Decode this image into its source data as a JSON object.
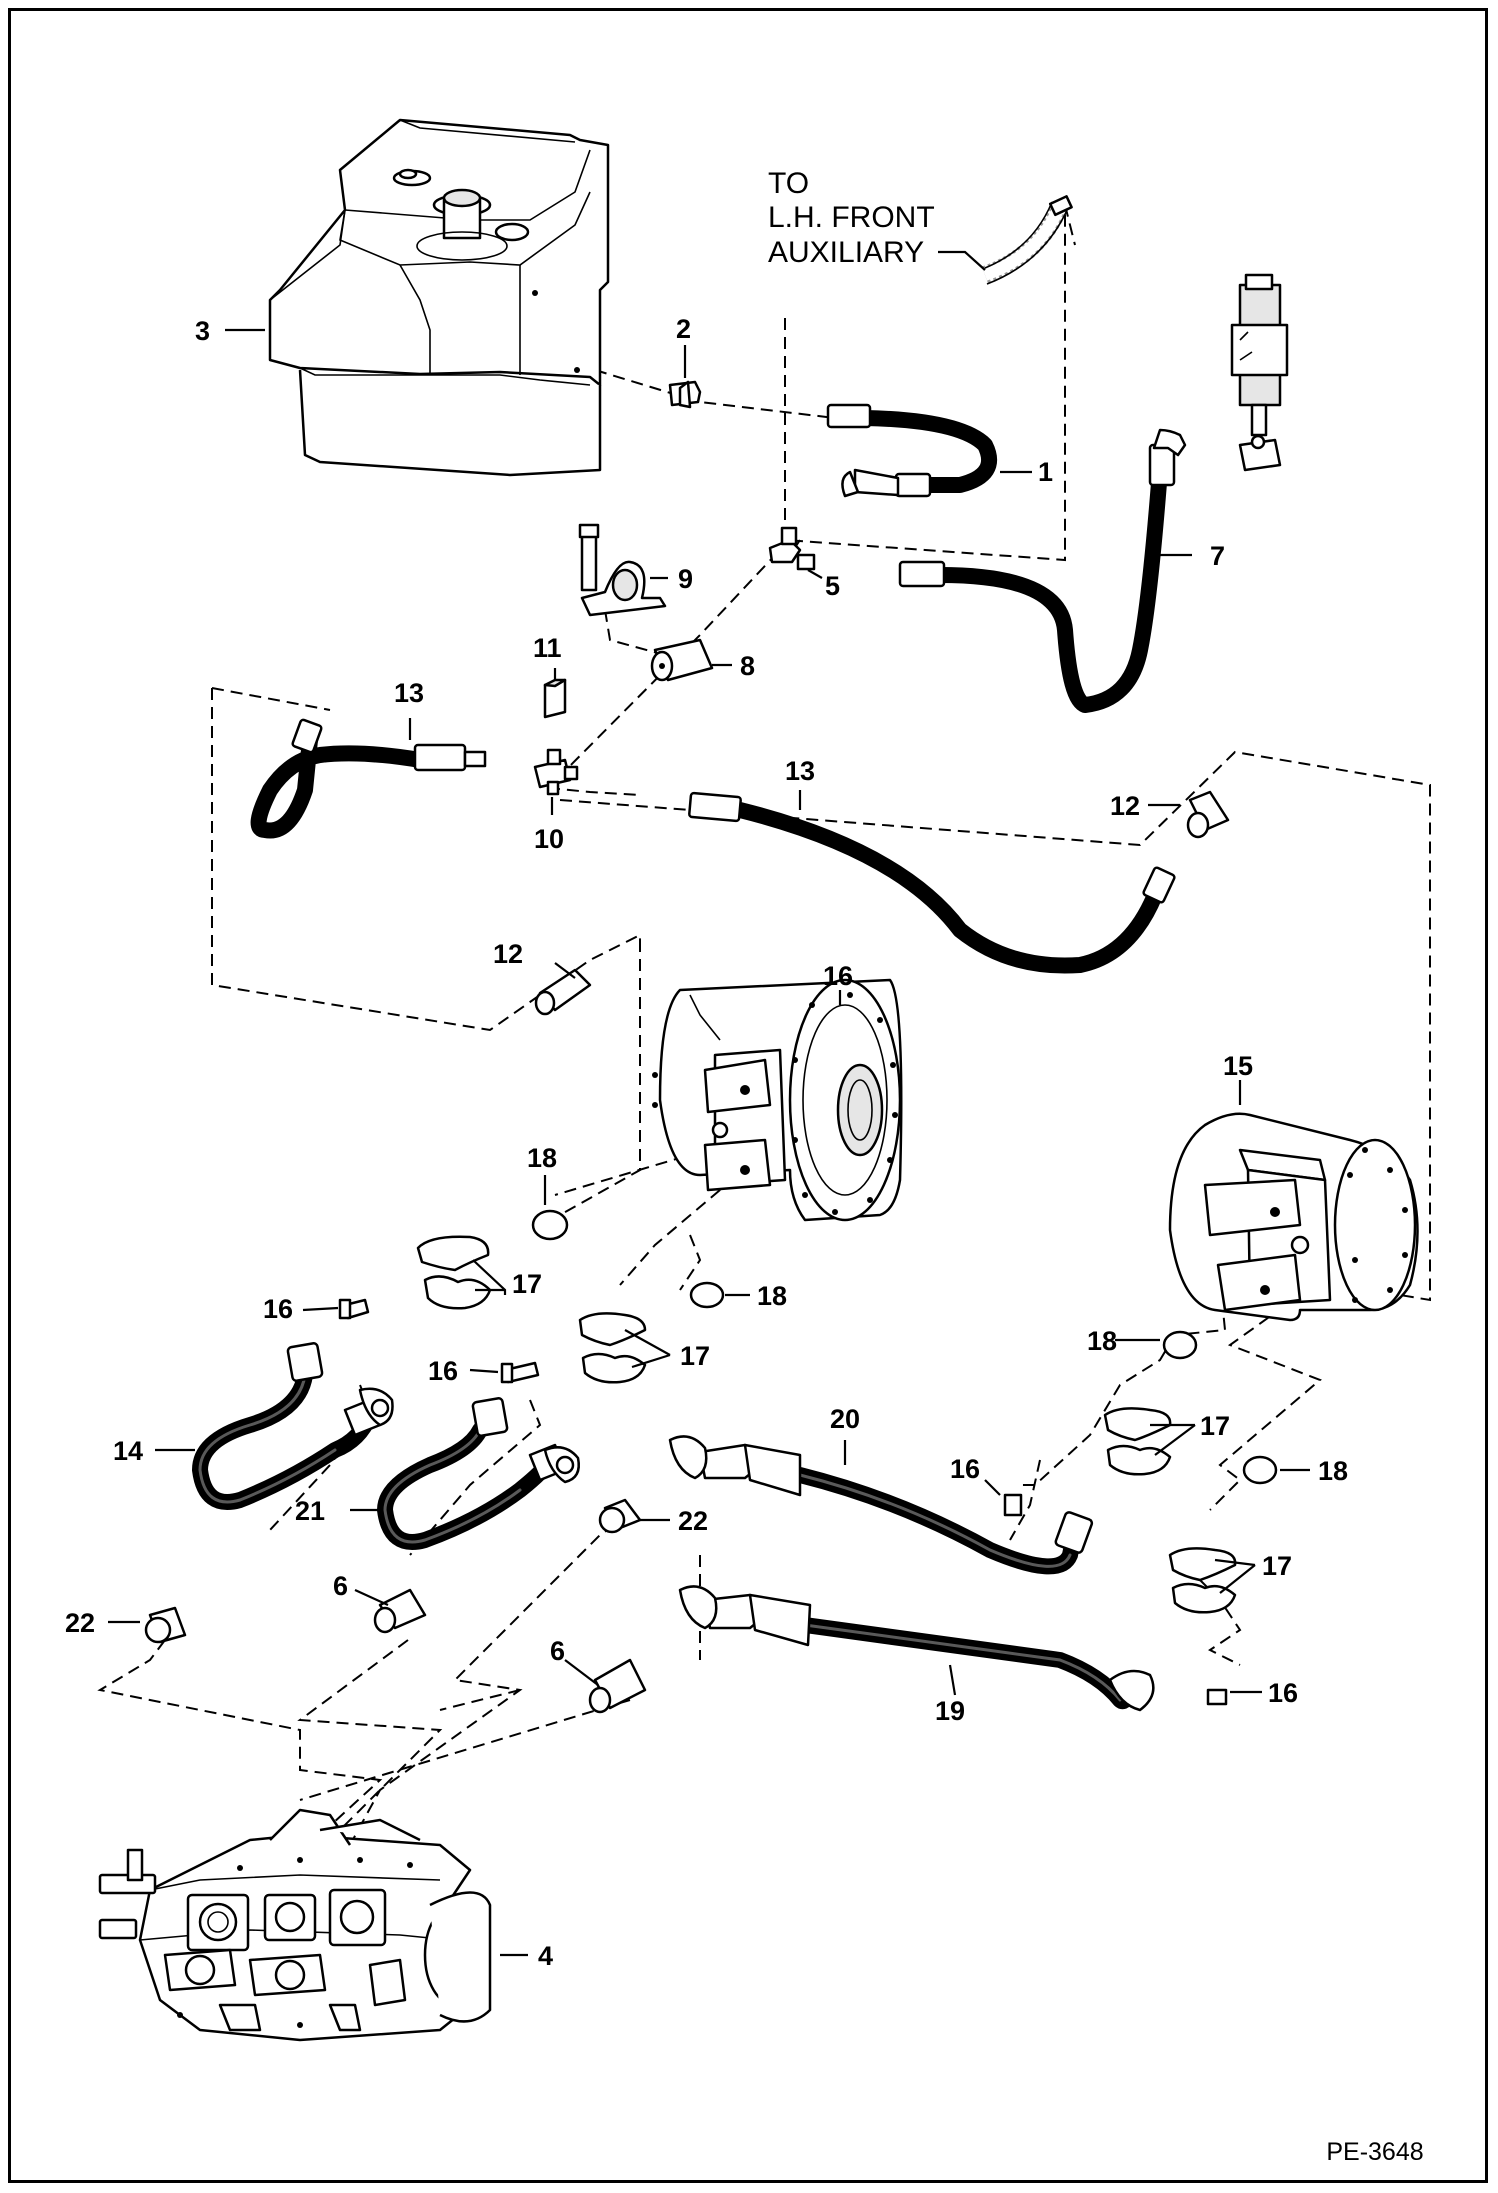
{
  "drawing": {
    "ref_code": "PE-3648",
    "note_lines": [
      "TO",
      "L.H. FRONT",
      "AUXILIARY"
    ]
  },
  "callouts": [
    {
      "id": "c3",
      "text": "3"
    },
    {
      "id": "c2",
      "text": "2"
    },
    {
      "id": "c1",
      "text": "1"
    },
    {
      "id": "c7",
      "text": "7"
    },
    {
      "id": "c5",
      "text": "5"
    },
    {
      "id": "c9",
      "text": "9"
    },
    {
      "id": "c8",
      "text": "8"
    },
    {
      "id": "c11",
      "text": "11"
    },
    {
      "id": "c10",
      "text": "10"
    },
    {
      "id": "c13a",
      "text": "13"
    },
    {
      "id": "c13b",
      "text": "13"
    },
    {
      "id": "c12a",
      "text": "12"
    },
    {
      "id": "c12b",
      "text": "12"
    },
    {
      "id": "c16a",
      "text": "16"
    },
    {
      "id": "c15",
      "text": "15"
    },
    {
      "id": "c18a",
      "text": "18"
    },
    {
      "id": "c17a",
      "text": "17"
    },
    {
      "id": "c16b",
      "text": "16"
    },
    {
      "id": "c18b",
      "text": "18"
    },
    {
      "id": "c17b",
      "text": "17"
    },
    {
      "id": "c16c",
      "text": "16"
    },
    {
      "id": "c18c",
      "text": "18"
    },
    {
      "id": "c17c",
      "text": "17"
    },
    {
      "id": "c14",
      "text": "14"
    },
    {
      "id": "c20",
      "text": "20"
    },
    {
      "id": "c16d",
      "text": "16"
    },
    {
      "id": "c18d",
      "text": "18"
    },
    {
      "id": "c21",
      "text": "21"
    },
    {
      "id": "c22a",
      "text": "22"
    },
    {
      "id": "c17d",
      "text": "17"
    },
    {
      "id": "c6a",
      "text": "6"
    },
    {
      "id": "c22b",
      "text": "22"
    },
    {
      "id": "c6b",
      "text": "6"
    },
    {
      "id": "c19",
      "text": "19"
    },
    {
      "id": "c16e",
      "text": "16"
    },
    {
      "id": "c4",
      "text": "4"
    }
  ]
}
